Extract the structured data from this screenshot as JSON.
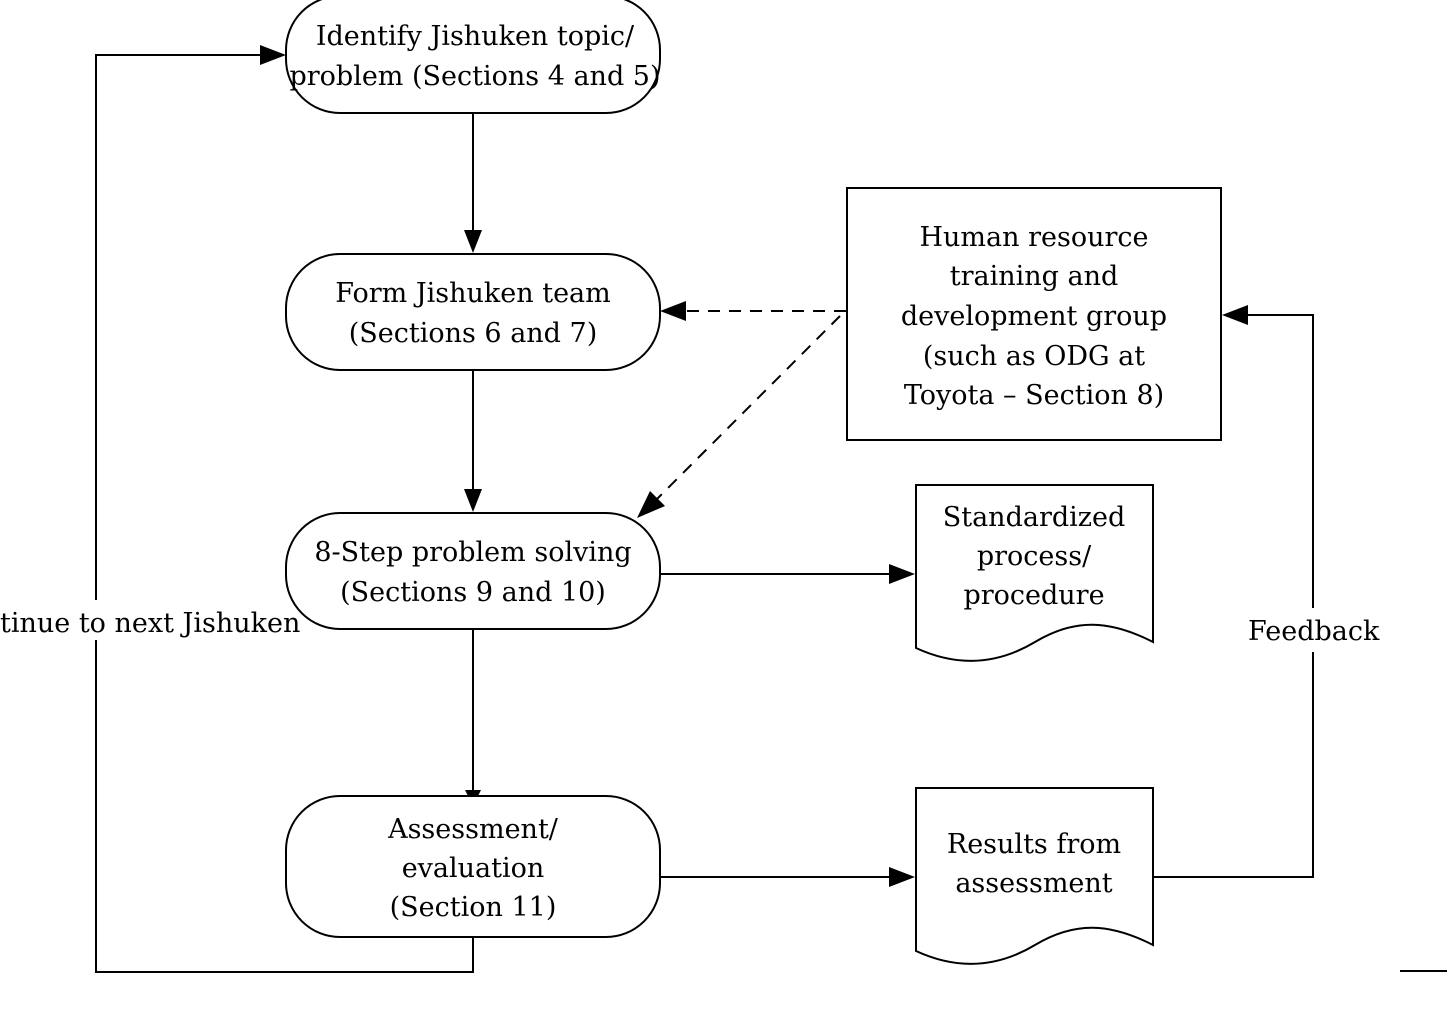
{
  "nodes": {
    "identify": {
      "lines": [
        "Identify Jishuken topic/",
        "problem (Sections 4 and 5)"
      ]
    },
    "form_team": {
      "lines": [
        "Form Jishuken team",
        "(Sections 6 and 7)"
      ]
    },
    "problem_solving": {
      "lines": [
        "8-Step problem solving",
        "(Sections 9 and 10)"
      ]
    },
    "assessment": {
      "lines": [
        "Assessment/",
        "evaluation",
        "(Section 11)"
      ]
    },
    "hr_group": {
      "lines": [
        "Human resource",
        "training and",
        "development group",
        "(such as ODG at",
        "Toyota – Section 8)"
      ]
    },
    "standardized": {
      "lines": [
        "Standardized",
        "process/",
        "procedure"
      ]
    },
    "results": {
      "lines": [
        "Results from",
        "assessment"
      ]
    }
  },
  "edges": {
    "continue_label": "tinue to next Jishuken",
    "feedback_label": "Feedback"
  },
  "colors": {
    "stroke": "#000000",
    "fill": "#ffffff"
  }
}
